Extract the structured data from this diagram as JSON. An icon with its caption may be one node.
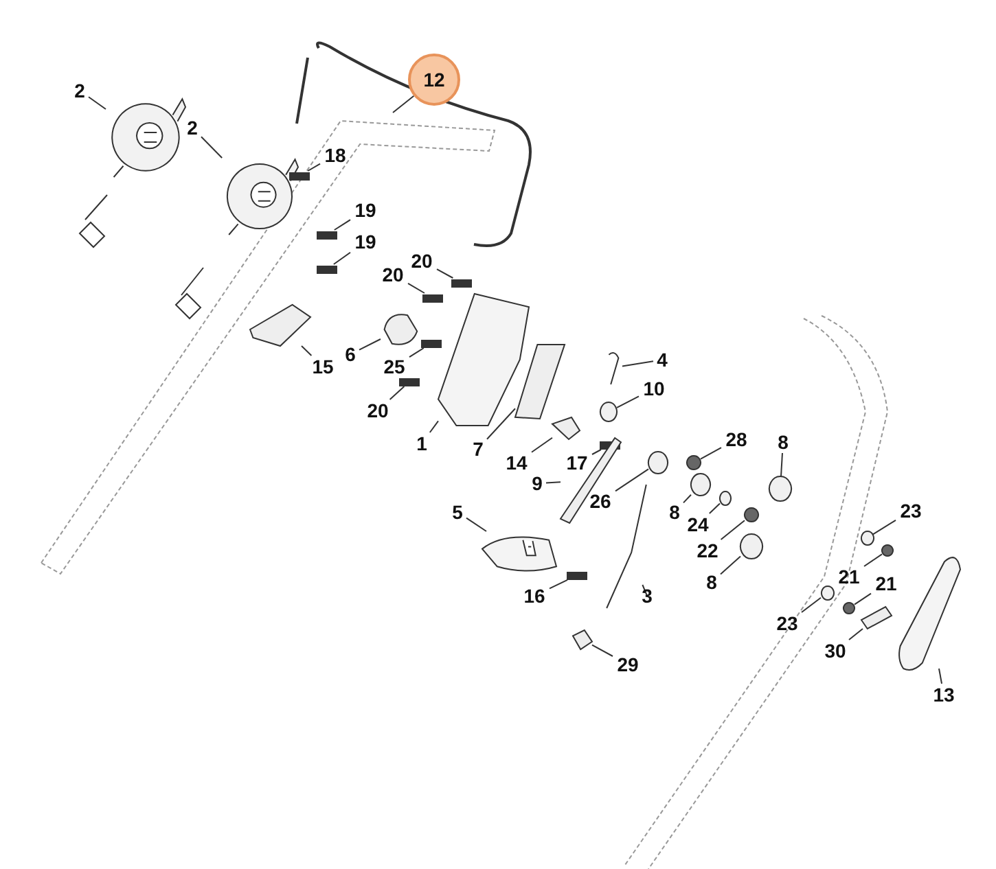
{
  "diagram": {
    "nodes": [
      {
        "text": [
          "2"
        ]
      },
      {
        "text": [
          "12"
        ]
      },
      {
        "text": [
          "2"
        ]
      },
      {
        "text": [
          "18"
        ]
      },
      {
        "text": [
          "19"
        ]
      },
      {
        "text": [
          "19"
        ]
      },
      {
        "text": [
          "20"
        ]
      },
      {
        "text": [
          "20"
        ]
      },
      {
        "text": [
          "6"
        ]
      },
      {
        "text": [
          "15"
        ]
      },
      {
        "text": [
          "25"
        ]
      },
      {
        "text": [
          "4"
        ]
      },
      {
        "text": [
          "10"
        ]
      },
      {
        "text": [
          "20"
        ]
      },
      {
        "text": [
          "1"
        ]
      },
      {
        "text": [
          "7"
        ]
      },
      {
        "text": [
          "28"
        ]
      },
      {
        "text": [
          "8"
        ]
      },
      {
        "text": [
          "14"
        ]
      },
      {
        "text": [
          "17"
        ]
      },
      {
        "text": [
          "9"
        ]
      },
      {
        "text": [
          "23"
        ]
      },
      {
        "text": [
          "26"
        ]
      },
      {
        "text": [
          "8"
        ]
      },
      {
        "text": [
          "24"
        ]
      },
      {
        "text": [
          "5"
        ]
      },
      {
        "text": [
          "22"
        ]
      },
      {
        "text": [
          "21"
        ]
      },
      {
        "text": [
          "16"
        ]
      },
      {
        "text": [
          "3"
        ]
      },
      {
        "text": [
          "8"
        ]
      },
      {
        "text": [
          "21"
        ]
      },
      {
        "text": [
          "23"
        ]
      },
      {
        "text": [
          "30"
        ]
      },
      {
        "text": [
          "29"
        ]
      },
      {
        "text": [
          "13"
        ]
      },
      {
        "text": [],
        "shape": "picture"
      },
      {
        "text": [],
        "shape": "picture"
      },
      {
        "text": [],
        "shape": "bar"
      },
      {
        "text": [],
        "shape": "bar"
      },
      {
        "text": [],
        "shape": "bar"
      },
      {
        "text": [],
        "shape": "bar"
      },
      {
        "text": [],
        "shape": "bar"
      },
      {
        "text": [],
        "shape": "picture"
      },
      {
        "text": [],
        "shape": "picture"
      },
      {
        "text": [],
        "shape": "bar"
      },
      {
        "text": [],
        "shape": "picture"
      },
      {
        "text": [],
        "shape": "circle"
      },
      {
        "text": [],
        "shape": "bar"
      },
      {
        "text": [],
        "shape": "picture"
      },
      {
        "text": [],
        "shape": "picture"
      },
      {
        "text": [],
        "shape": "circle"
      },
      {
        "text": [],
        "shape": "circle"
      },
      {
        "text": [],
        "shape": "picture"
      },
      {
        "text": [],
        "shape": "bar"
      },
      {
        "text": [],
        "shape": "picture"
      },
      {
        "text": [],
        "shape": "circle"
      },
      {
        "text": [],
        "shape": "circle"
      },
      {
        "text": [],
        "shape": "circle"
      },
      {
        "text": [],
        "shape": "circle"
      },
      {
        "text": [],
        "shape": "picture"
      },
      {
        "text": [],
        "shape": "circle"
      },
      {
        "text": [],
        "shape": "circle"
      },
      {
        "text": [],
        "shape": "bar"
      },
      {
        "text": [],
        "shape": "picture"
      },
      {
        "text": [],
        "shape": "circle"
      },
      {
        "text": [],
        "shape": "circle"
      },
      {
        "text": [],
        "shape": "circle"
      },
      {
        "text": [],
        "shape": "picture"
      },
      {
        "text": [],
        "shape": "picture"
      },
      {
        "text": [],
        "shape": "picture"
      }
    ],
    "edges": [
      {
        "from": 0,
        "to": 36,
        "arrow": "none"
      },
      {
        "from": 1,
        "to": null,
        "arrow": "none"
      },
      {
        "from": 2,
        "to": 37,
        "arrow": "none"
      },
      {
        "from": 3,
        "to": 38,
        "arrow": "none"
      },
      {
        "from": 4,
        "to": 39,
        "arrow": "none"
      },
      {
        "from": 5,
        "to": 40,
        "arrow": "none"
      },
      {
        "from": 6,
        "to": 41,
        "arrow": "none"
      },
      {
        "from": 7,
        "to": 42,
        "arrow": "none"
      },
      {
        "from": 8,
        "to": 43,
        "arrow": "none"
      },
      {
        "from": 9,
        "to": 44,
        "arrow": "none"
      },
      {
        "from": 10,
        "to": 45,
        "arrow": "none"
      },
      {
        "from": 11,
        "to": 46,
        "arrow": "none"
      },
      {
        "from": 12,
        "to": 47,
        "arrow": "none"
      },
      {
        "from": 13,
        "to": 48,
        "arrow": "none"
      },
      {
        "from": 14,
        "to": 49,
        "arrow": "none"
      },
      {
        "from": 15,
        "to": 50,
        "arrow": "none"
      },
      {
        "from": 16,
        "to": 51,
        "arrow": "none"
      },
      {
        "from": 17,
        "to": 52,
        "arrow": "none"
      },
      {
        "from": 18,
        "to": 53,
        "arrow": "none"
      },
      {
        "from": 19,
        "to": 54,
        "arrow": "none"
      },
      {
        "from": 20,
        "to": 55,
        "arrow": "none"
      },
      {
        "from": 21,
        "to": 56,
        "arrow": "none"
      },
      {
        "from": 22,
        "to": 57,
        "arrow": "none"
      },
      {
        "from": 23,
        "to": 58,
        "arrow": "none"
      },
      {
        "from": 24,
        "to": 59,
        "arrow": "none"
      },
      {
        "from": 25,
        "to": 60,
        "arrow": "none"
      },
      {
        "from": 26,
        "to": 61,
        "arrow": "none"
      },
      {
        "from": 27,
        "to": 62,
        "arrow": "none"
      },
      {
        "from": 28,
        "to": 63,
        "arrow": "none"
      },
      {
        "from": 29,
        "to": 64,
        "arrow": "none"
      },
      {
        "from": 30,
        "to": 65,
        "arrow": "none"
      },
      {
        "from": 31,
        "to": 66,
        "arrow": "none"
      },
      {
        "from": 32,
        "to": 67,
        "arrow": "none"
      },
      {
        "from": 33,
        "to": 68,
        "arrow": "none"
      },
      {
        "from": 34,
        "to": 69,
        "arrow": "none"
      },
      {
        "from": 35,
        "to": 70,
        "arrow": "none"
      }
    ]
  }
}
